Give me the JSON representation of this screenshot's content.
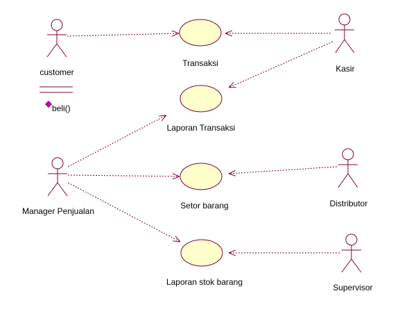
{
  "diagram": {
    "actors": [
      {
        "id": "customer",
        "label": "customer"
      },
      {
        "id": "kasir",
        "label": "Kasir"
      },
      {
        "id": "manager",
        "label": "Manager Penjualan"
      },
      {
        "id": "distributor",
        "label": "Distributor"
      },
      {
        "id": "supervisor",
        "label": "Supervisor"
      }
    ],
    "use_cases": [
      {
        "id": "transaksi",
        "label": "Transaksi"
      },
      {
        "id": "laporan_transaksi",
        "label": "Laporan Transaksi"
      },
      {
        "id": "setor_barang",
        "label": "Setor barang"
      },
      {
        "id": "laporan_stok",
        "label": "Laporan stok barang"
      }
    ],
    "customer_class": {
      "operation": "beli()"
    },
    "relations": [
      {
        "from": "customer",
        "to": "transaksi"
      },
      {
        "from": "kasir",
        "to": "transaksi"
      },
      {
        "from": "kasir",
        "to": "laporan_transaksi"
      },
      {
        "from": "manager",
        "to": "laporan_transaksi"
      },
      {
        "from": "manager",
        "to": "setor_barang"
      },
      {
        "from": "manager",
        "to": "laporan_stok"
      },
      {
        "from": "distributor",
        "to": "setor_barang"
      },
      {
        "from": "supervisor",
        "to": "laporan_stok"
      }
    ],
    "colors": {
      "actor_stroke": "#800040",
      "usecase_fill": "#ffffcc",
      "usecase_stroke": "#800040",
      "relation_stroke": "#800040",
      "operation_icon": "#cc00cc"
    }
  }
}
